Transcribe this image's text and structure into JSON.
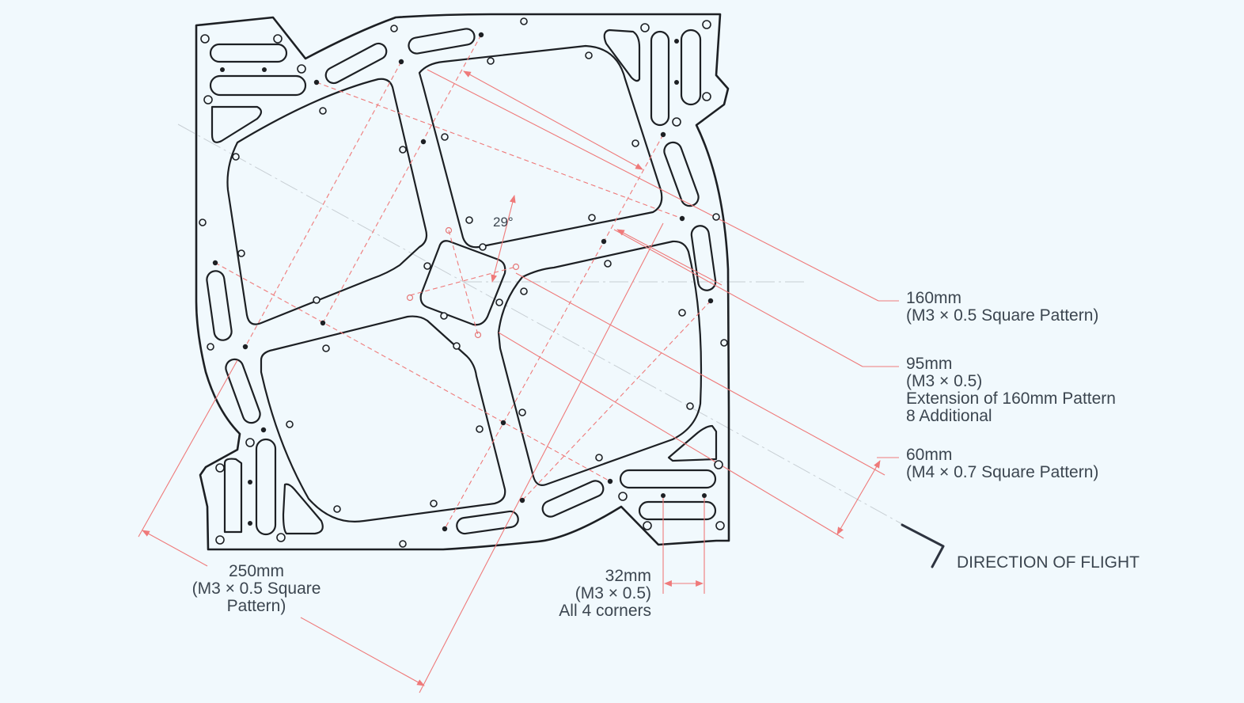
{
  "colors": {
    "background": "#f1f9fd",
    "outline": "#1d2024",
    "dimension": "#ef7a7a",
    "text": "#3c4650"
  },
  "angle_label": "29°",
  "callouts": {
    "p160": {
      "size": "160mm",
      "desc": "(M3 × 0.5 Square Pattern)"
    },
    "p95": {
      "size": "95mm",
      "line1": "(M3 × 0.5)",
      "line2": "Extension of 160mm Pattern",
      "line3": "8 Additional"
    },
    "p60": {
      "size": "60mm",
      "desc": "(M4 × 0.7 Square Pattern)"
    },
    "p250": {
      "size": "250mm",
      "line1": "(M3 × 0.5 Square",
      "line2": "Pattern)"
    },
    "p32": {
      "size": "32mm",
      "line1": "(M3 × 0.5)",
      "line2": "All 4 corners"
    }
  },
  "direction_label": "DIRECTION OF FLIGHT",
  "icons": {
    "direction": "arrow-right-icon"
  }
}
